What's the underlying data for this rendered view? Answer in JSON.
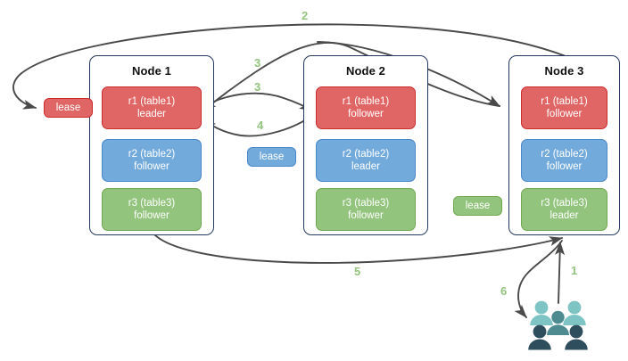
{
  "diagram": {
    "title": "Raft multi-raft lease routing diagram",
    "colors": {
      "red": "#e06666",
      "red_border": "#cc2b2b",
      "blue": "#72aadc",
      "blue_border": "#4a88c7",
      "green": "#93c47d",
      "green_border": "#6fa84f",
      "node_border": "#24395f",
      "arrow": "#4a4a4a",
      "label_green": "#93c47d",
      "people_light": "#7fc4c4",
      "people_mid": "#4e8b90",
      "people_dark": "#2e4e5e"
    },
    "nodes": [
      {
        "name": "node-1",
        "title": "Node 1",
        "replicas": [
          {
            "name": "r1-table1",
            "line1": "r1 (table1)",
            "line2": "leader",
            "color": "red"
          },
          {
            "name": "r2-table2",
            "line1": "r2 (table2)",
            "line2": "follower",
            "color": "blue"
          },
          {
            "name": "r3-table3",
            "line1": "r3 (table3)",
            "line2": "follower",
            "color": "green"
          }
        ]
      },
      {
        "name": "node-2",
        "title": "Node 2",
        "replicas": [
          {
            "name": "r1-table1",
            "line1": "r1 (table1)",
            "line2": "follower",
            "color": "red"
          },
          {
            "name": "r2-table2",
            "line1": "r2 (table2)",
            "line2": "leader",
            "color": "blue"
          },
          {
            "name": "r3-table3",
            "line1": "r3 (table3)",
            "line2": "follower",
            "color": "green"
          }
        ]
      },
      {
        "name": "node-3",
        "title": "Node 3",
        "replicas": [
          {
            "name": "r1-table1",
            "line1": "r1 (table1)",
            "line2": "follower",
            "color": "red"
          },
          {
            "name": "r2-table2",
            "line1": "r2 (table2)",
            "line2": "follower",
            "color": "blue"
          },
          {
            "name": "r3-table3",
            "line1": "r3 (table3)",
            "line2": "leader",
            "color": "green"
          }
        ]
      }
    ],
    "leases": [
      {
        "name": "lease-table1",
        "label": "lease",
        "color": "red"
      },
      {
        "name": "lease-table2",
        "label": "lease",
        "color": "blue"
      },
      {
        "name": "lease-table3",
        "label": "lease",
        "color": "green"
      }
    ],
    "steps": [
      {
        "name": "step-1",
        "label": "1"
      },
      {
        "name": "step-2",
        "label": "2"
      },
      {
        "name": "step-3a",
        "label": "3"
      },
      {
        "name": "step-3b",
        "label": "3"
      },
      {
        "name": "step-4",
        "label": "4"
      },
      {
        "name": "step-5",
        "label": "5"
      },
      {
        "name": "step-6",
        "label": "6"
      }
    ],
    "client": {
      "name": "users-icon",
      "figures": 5
    }
  }
}
